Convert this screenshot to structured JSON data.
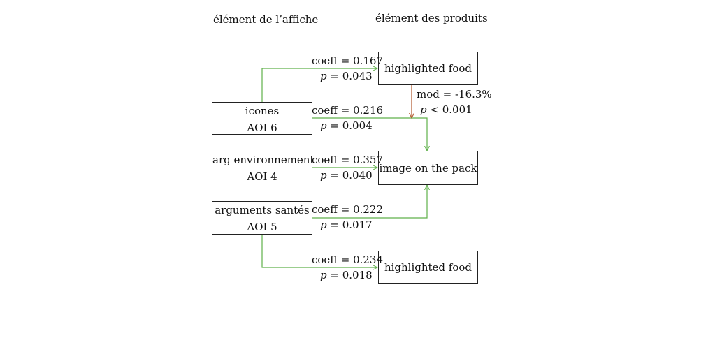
{
  "headers": {
    "left": "élément de l’affiche",
    "right": "élément des produits"
  },
  "nodes": {
    "highlighted_food_top": {
      "label": "highlighted food"
    },
    "icones": {
      "label": "icones",
      "aoi": "AOI 6"
    },
    "arg_env": {
      "label": "arg environnement",
      "aoi": "AOI 4"
    },
    "image_pack": {
      "label": "image on the pack"
    },
    "arguments_sante": {
      "label": "arguments santés",
      "aoi": "AOI 5"
    },
    "highlighted_food_bottom": {
      "label": "highlighted food"
    }
  },
  "edges": {
    "icones_to_food_top": {
      "coeff": "coeff = 0.167",
      "p_sym": "p",
      "p_val": "= 0.043"
    },
    "moderation": {
      "mod": "mod = -16.3%",
      "p_sym": "p",
      "p_val": "< 0.001"
    },
    "icones_to_image": {
      "coeff": "coeff = 0.216",
      "p_sym": "p",
      "p_val": "= 0.004"
    },
    "arg_env_to_image": {
      "coeff": "coeff = 0.357",
      "p_sym": "p",
      "p_val": "= 0.040"
    },
    "sante_to_image": {
      "coeff": "coeff = 0.222",
      "p_sym": "p",
      "p_val": "= 0.017"
    },
    "sante_to_food_bottom": {
      "coeff": "coeff = 0.234",
      "p_sym": "p",
      "p_val": "= 0.018"
    }
  },
  "colors": {
    "path": "#5fb04a",
    "moderation": "#b0562a"
  }
}
